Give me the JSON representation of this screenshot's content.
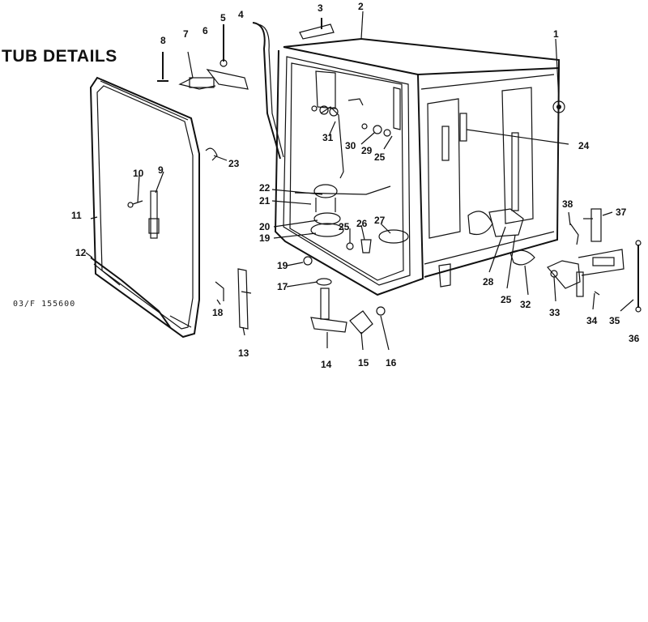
{
  "diagram": {
    "title": "TUB DETAILS",
    "reference_code": "03/F 155600"
  },
  "callouts": [
    "1",
    "2",
    "3",
    "4",
    "5",
    "6",
    "7",
    "8",
    "9",
    "10",
    "11",
    "12",
    "13",
    "14",
    "15",
    "16",
    "17",
    "18",
    "19",
    "20",
    "21",
    "22",
    "23",
    "24",
    "25",
    "26",
    "27",
    "28",
    "29",
    "30",
    "31",
    "32",
    "33",
    "34",
    "35",
    "36",
    "37",
    "38"
  ],
  "labels": {
    "c1": "1",
    "c2": "2",
    "c3": "3",
    "c4": "4",
    "c5": "5",
    "c6": "6",
    "c7": "7",
    "c8": "8",
    "c9": "9",
    "c10": "10",
    "c11": "11",
    "c12": "12",
    "c13": "13",
    "c14": "14",
    "c15": "15",
    "c16": "16",
    "c17": "17",
    "c18": "18",
    "c19": "19",
    "c19b": "19",
    "c20": "20",
    "c21": "21",
    "c22": "22",
    "c23": "23",
    "c24": "24",
    "c25a": "25",
    "c25b": "25",
    "c25c": "25",
    "c26": "26",
    "c27": "27",
    "c28": "28",
    "c29": "29",
    "c30": "30",
    "c31": "31",
    "c32": "32",
    "c33": "33",
    "c34": "34",
    "c35": "35",
    "c36": "36",
    "c37": "37",
    "c38": "38"
  }
}
